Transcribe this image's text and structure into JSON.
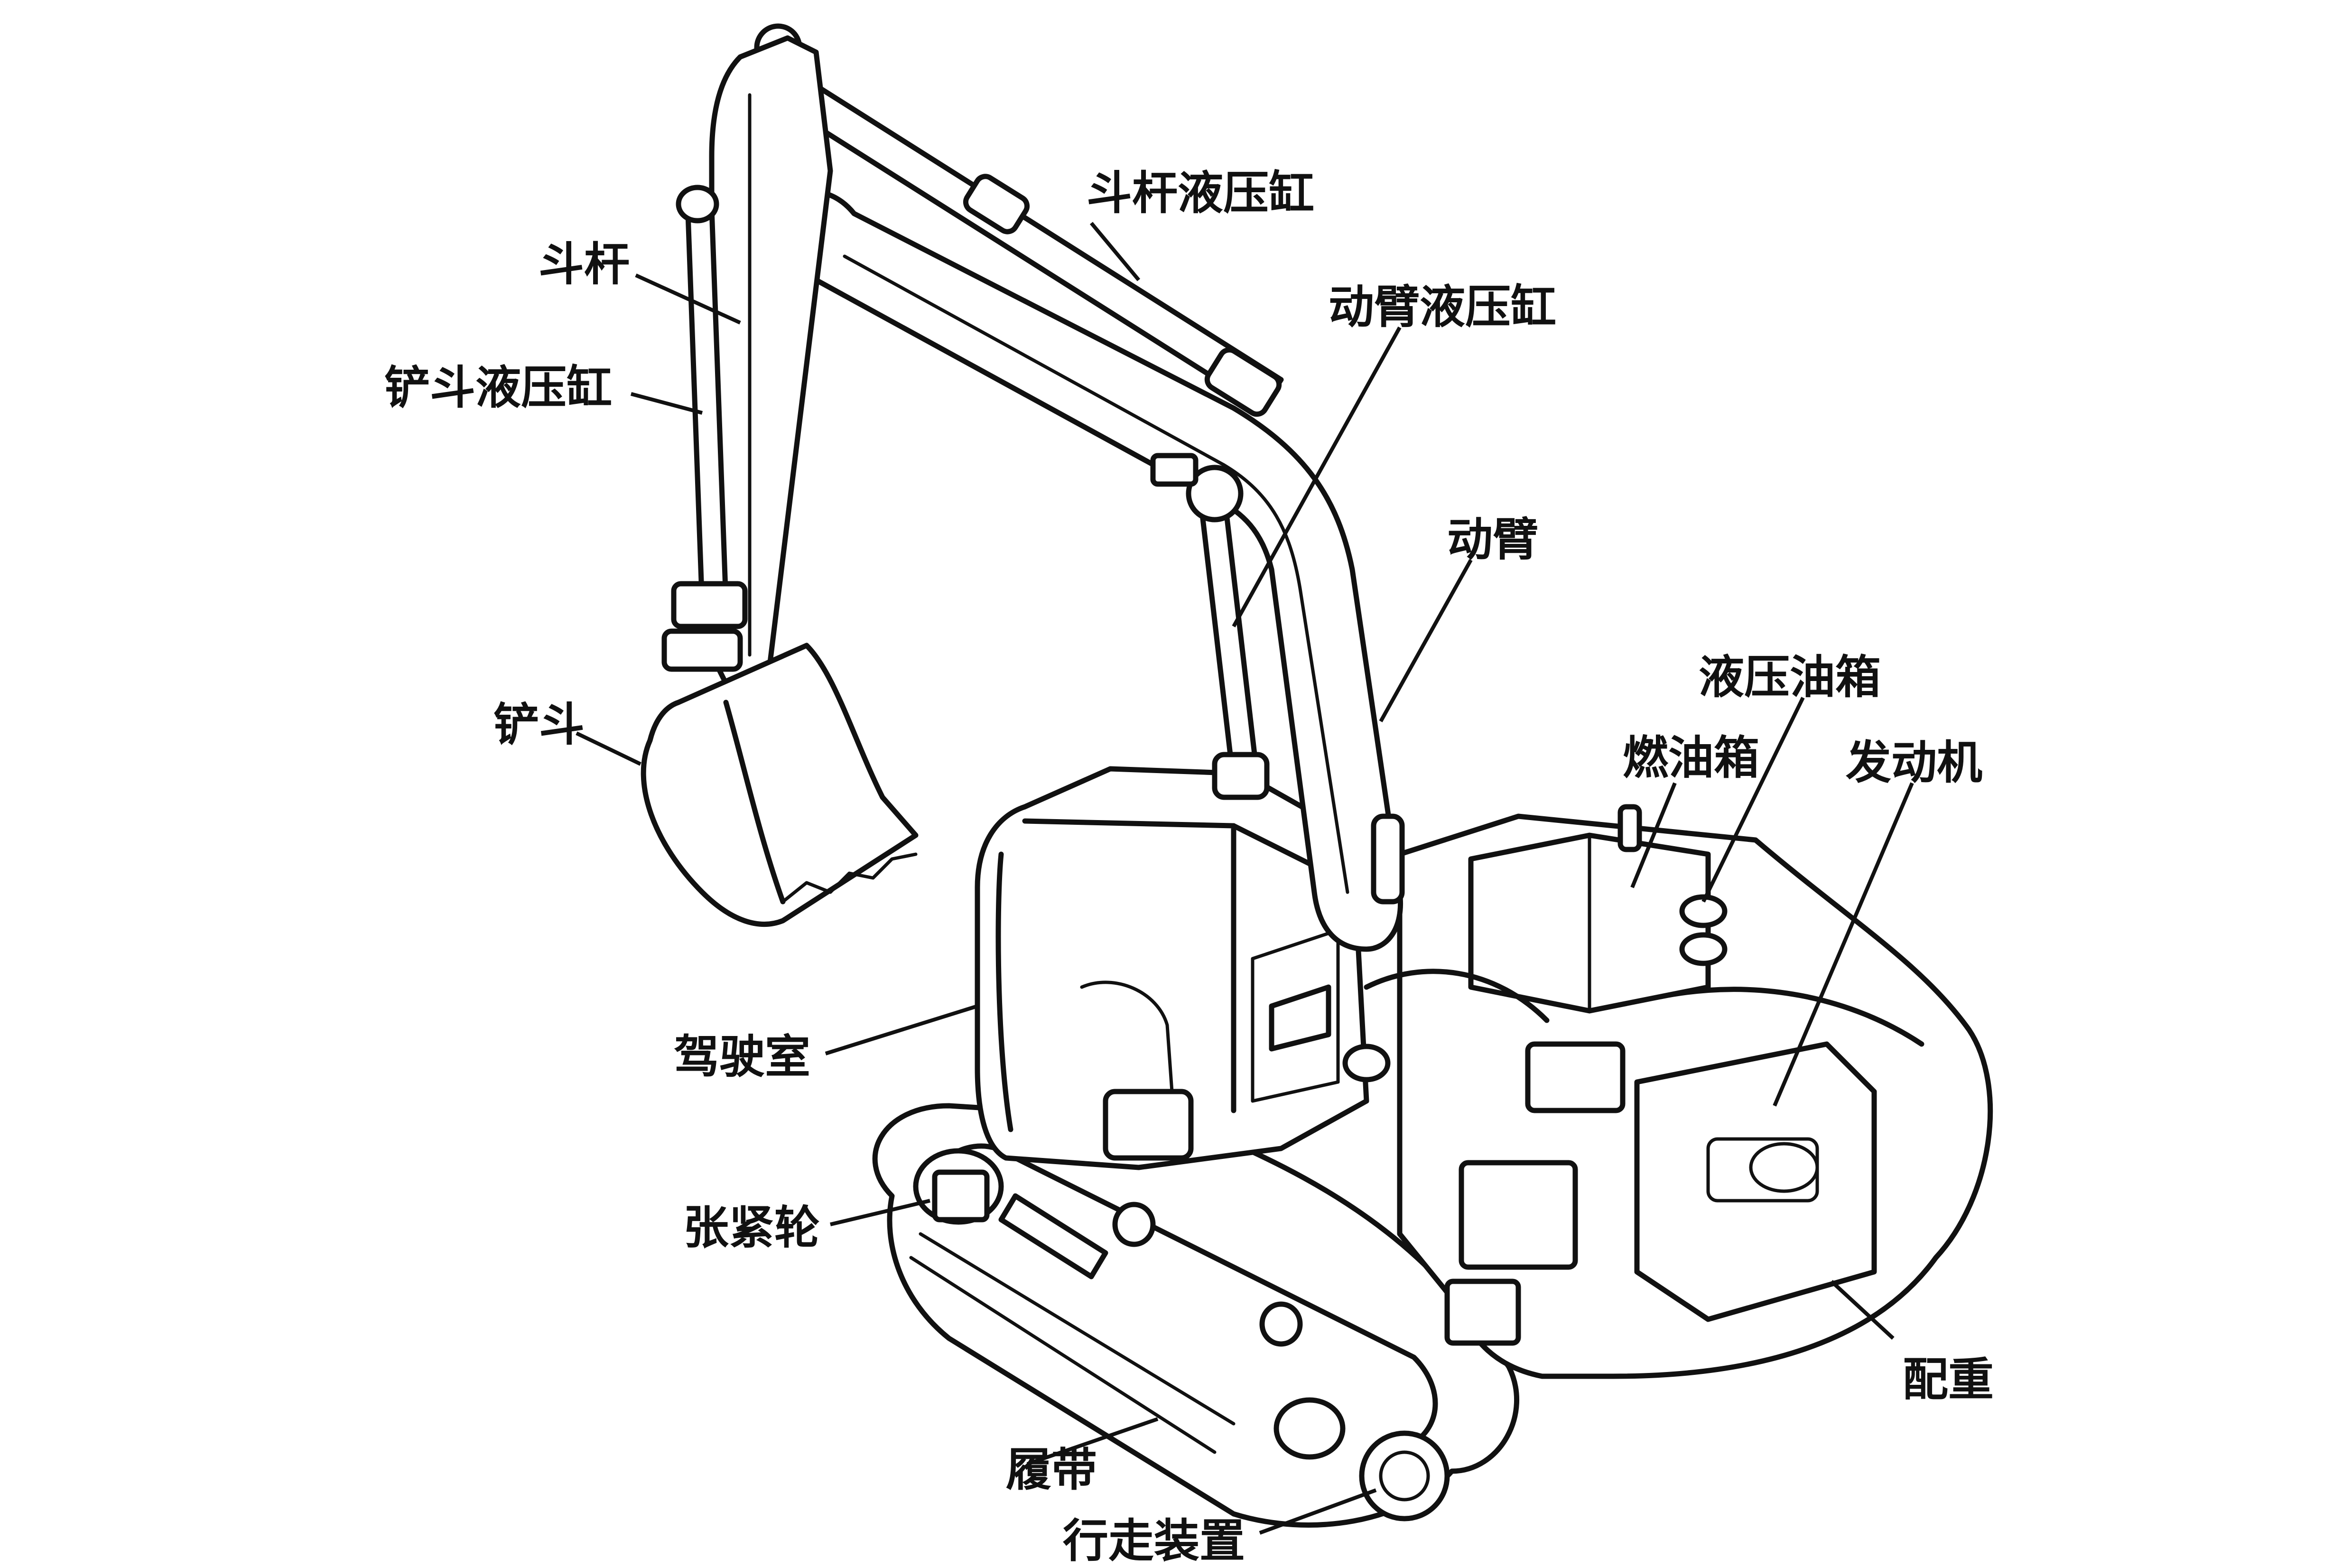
{
  "figure": {
    "subject": "excavator",
    "colors": {
      "ink": "#111111",
      "background": "#ffffff"
    }
  },
  "labels": {
    "arm": "斗杆",
    "bucket_cylinder": "铲斗液压缸",
    "bucket": "铲斗",
    "arm_cylinder": "斗杆液压缸",
    "boom_cylinder": "动臂液压缸",
    "boom": "动臂",
    "hydraulic_tank": "液压油箱",
    "fuel_tank": "燃油箱",
    "engine": "发动机",
    "cab": "驾驶室",
    "idler": "张紧轮",
    "track": "履带",
    "travel_device": "行走装置",
    "counterweight": "配重"
  }
}
